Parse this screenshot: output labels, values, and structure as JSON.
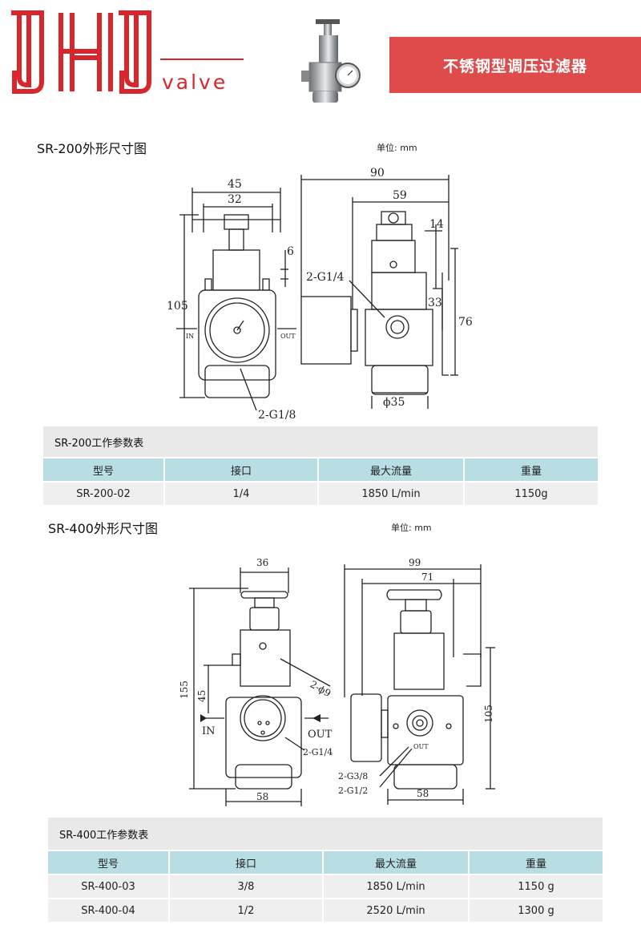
{
  "brand": {
    "letters": "JHJ",
    "tagline": "valve"
  },
  "banner": {
    "title": "不锈钢型调压过滤器"
  },
  "sr200": {
    "drawing_title": "SR-200外形尺寸图",
    "unit": "单位: mm",
    "dims": {
      "d45": "45",
      "d32": "32",
      "d6": "6",
      "d105": "105",
      "d90": "90",
      "d59": "59",
      "d14": "14",
      "d33": "33",
      "d76": "76",
      "phi35": "ϕ35",
      "port_side": "2-G1/4",
      "port_bottom": "2-G1/8",
      "in": "IN",
      "out": "OUT"
    },
    "table_title": "SR-200工作参数表",
    "headers": [
      "型号",
      "接口",
      "最大流量",
      "重量"
    ],
    "rows": [
      [
        "SR-200-02",
        "1/4",
        "1850 L/min",
        "1150g"
      ]
    ]
  },
  "sr400": {
    "drawing_title": "SR-400外形尺寸图",
    "unit": "单位: mm",
    "dims": {
      "d36": "36",
      "d155": "155",
      "d45": "45",
      "hole": "2-ϕ9",
      "d58a": "58",
      "d99": "99",
      "d71": "71",
      "d105": "105",
      "d58b": "58",
      "g38": "2-G3/8",
      "g12": "2-G1/2",
      "g14": "2-G1/4",
      "in": "IN",
      "out": "OUT"
    },
    "table_title": "SR-400工作参数表",
    "headers": [
      "型号",
      "接口",
      "最大流量",
      "重量"
    ],
    "rows": [
      [
        "SR-400-03",
        "3/8",
        "1850 L/min",
        "1150 g"
      ],
      [
        "SR-400-04",
        "1/2",
        "2520 L/min",
        "1300 g"
      ]
    ]
  },
  "colors": {
    "brand_red": "#d8262c",
    "banner": "#df4a4a",
    "table_header": "#b8dde3",
    "table_row": "#efefef",
    "section_bar": "#e9e9e9"
  }
}
